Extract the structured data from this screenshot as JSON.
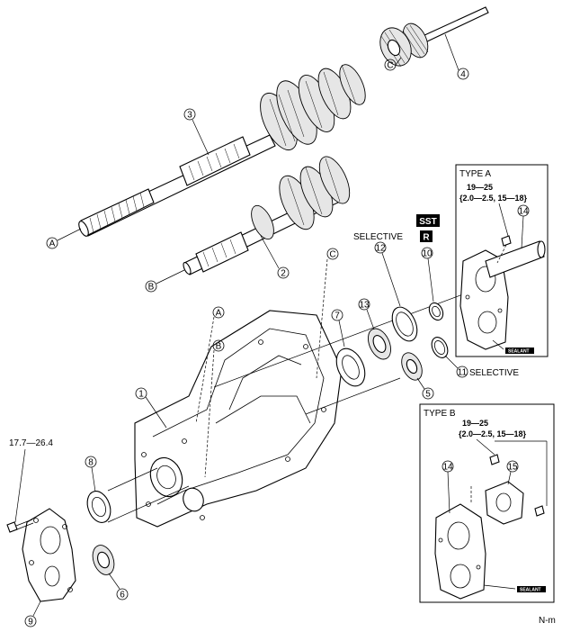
{
  "callouts": {
    "c1": "1",
    "c2": "2",
    "c3": "3",
    "c4": "4",
    "c5": "5",
    "c6": "6",
    "c7": "7",
    "c8": "8",
    "c9": "9",
    "c10": "10",
    "c11": "11",
    "c12": "12",
    "c13": "13",
    "c14a": "14",
    "c14b": "14",
    "c15": "15"
  },
  "refs": {
    "a_shaft": "A",
    "a_case": "A",
    "b_shaft": "B",
    "b_case": "B",
    "c_gear": "C",
    "c_case": "C"
  },
  "type_a": {
    "title": "TYPE A",
    "torque_nm": "19—25",
    "torque_other": "{2.0—2.5, 15—18}",
    "sealant": "SEALANT"
  },
  "type_b": {
    "title": "TYPE B",
    "torque_nm": "19—25",
    "torque_other": "{2.0—2.5, 15—18}",
    "sealant": "SEALANT"
  },
  "labels": {
    "selective_12": "SELECTIVE",
    "selective_11": "SELECTIVE",
    "sst": "SST",
    "r": "R",
    "torque_bolt": "17.7—26.4",
    "code": "N-m"
  }
}
